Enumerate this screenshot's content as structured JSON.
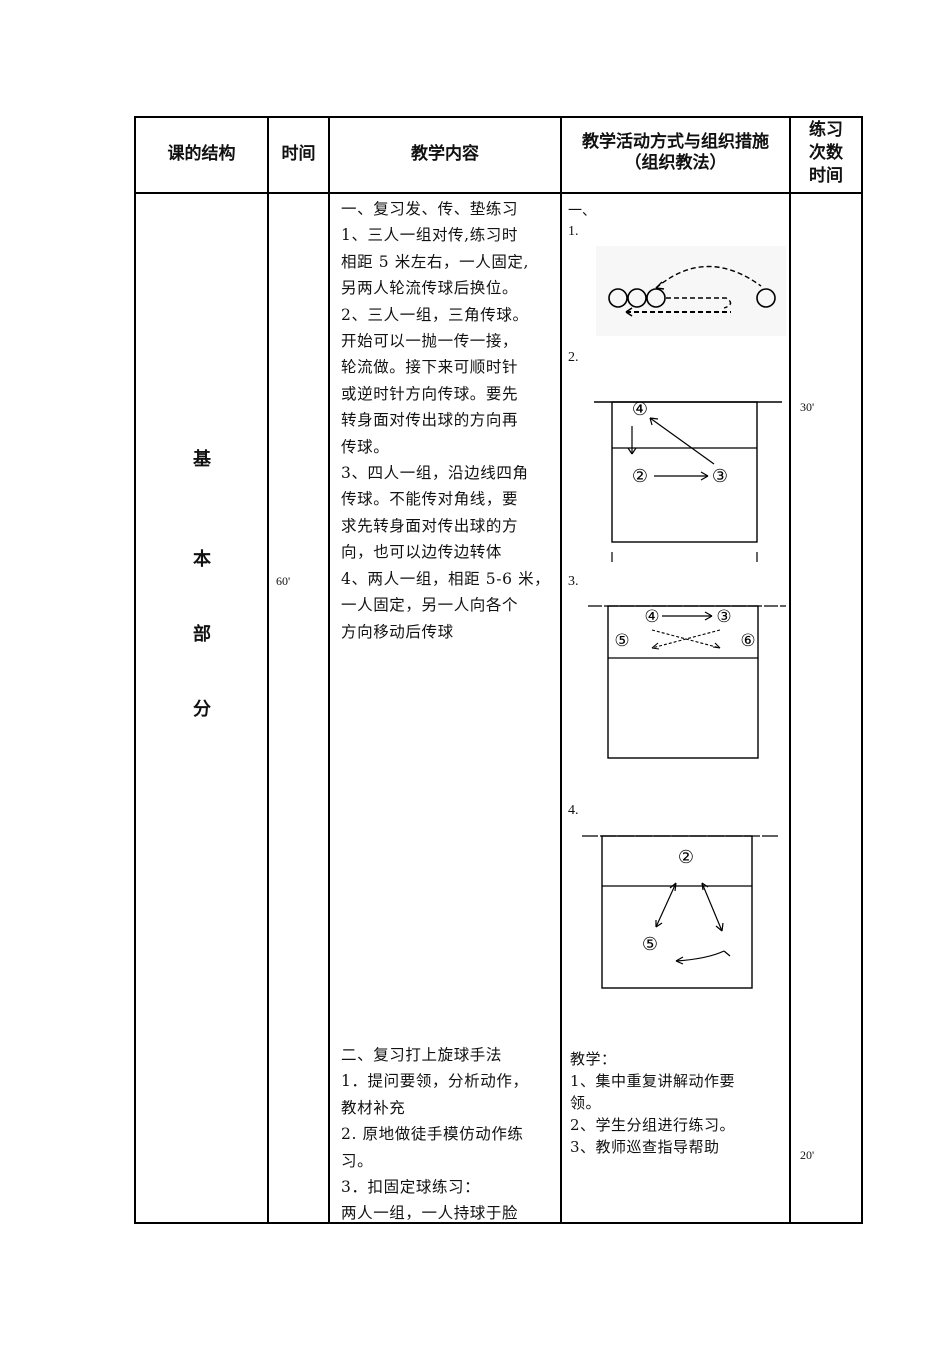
{
  "header": {
    "col1": "课的结构",
    "col2": "时间",
    "col3": "教学内容",
    "col4_line1": "教学活动方式与组织措施",
    "col4_line2": "（组织教法）",
    "col5_line1": "练习",
    "col5_line2": "次数",
    "col5_line3": "时间"
  },
  "section": {
    "chars": [
      "基",
      "本",
      "部",
      "分"
    ],
    "time": "60'"
  },
  "content_a": [
    "一、复习发、传、垫练习",
    "1、三人一组对传,练习时",
    "相距 5 米左右，一人固定,",
    "另两人轮流传球后换位。",
    "2、三人一组，三角传球。",
    "开始可以一抛一传一接，",
    "轮流做。接下来可顺时针",
    "或逆时针方向传球。要先",
    "转身面对传出球的方向再",
    "传球。",
    "3、四人一组，沿边线四角",
    "传球。不能传对角线，要",
    "求先转身面对传出球的方",
    "向，也可以边传边转体",
    "4、两人一组，相距 5-6 米，",
    "一人固定，另一人向各个",
    "方向移动后传球"
  ],
  "content_b": [
    "二、复习打上旋球手法",
    "1．提问要领，分析动作，",
    "教材补充",
    "2. 原地做徒手模仿动作练",
    "习。",
    "3．扣固定球练习：",
    "两人一组，一人持球于脸"
  ],
  "activity_a": {
    "head": "一、",
    "label1": "1.",
    "label2": "2.",
    "label3": "3.",
    "label4": "4.",
    "d2_nums": [
      "④",
      "②",
      "③"
    ],
    "d3_nums": [
      "④",
      "③",
      "⑤",
      "⑥"
    ],
    "d4_nums": [
      "②",
      "⑤"
    ]
  },
  "activity_b": [
    "教学：",
    "1、集中重复讲解动作要",
    "领。",
    "2、学生分组进行练习。",
    "3、教师巡查指导帮助"
  ],
  "practice_time": {
    "a": "30'",
    "b": "20'"
  }
}
